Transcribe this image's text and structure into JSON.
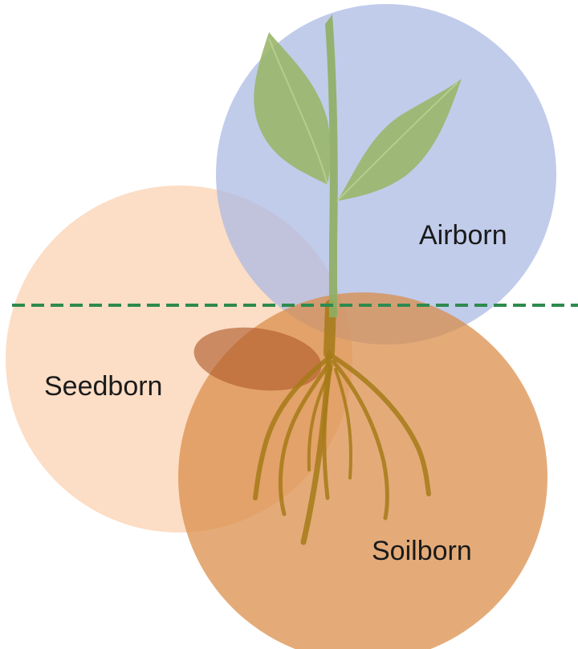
{
  "regions": {
    "airborn": {
      "label": "Airborn",
      "color": "#a9b8e3"
    },
    "seedborn": {
      "label": "Seedborn",
      "color": "#fbd2b1"
    },
    "soilborn": {
      "label": "Soilborn",
      "color": "#de9a5c"
    }
  },
  "seed": {
    "color": "#b96a3d"
  },
  "plant": {
    "leaf_color": "#9ab66a",
    "stem_color": "#8fae63",
    "root_color": "#a77a1e"
  },
  "ground_line": {
    "style": "dashed",
    "color": "#2e8a4e"
  }
}
